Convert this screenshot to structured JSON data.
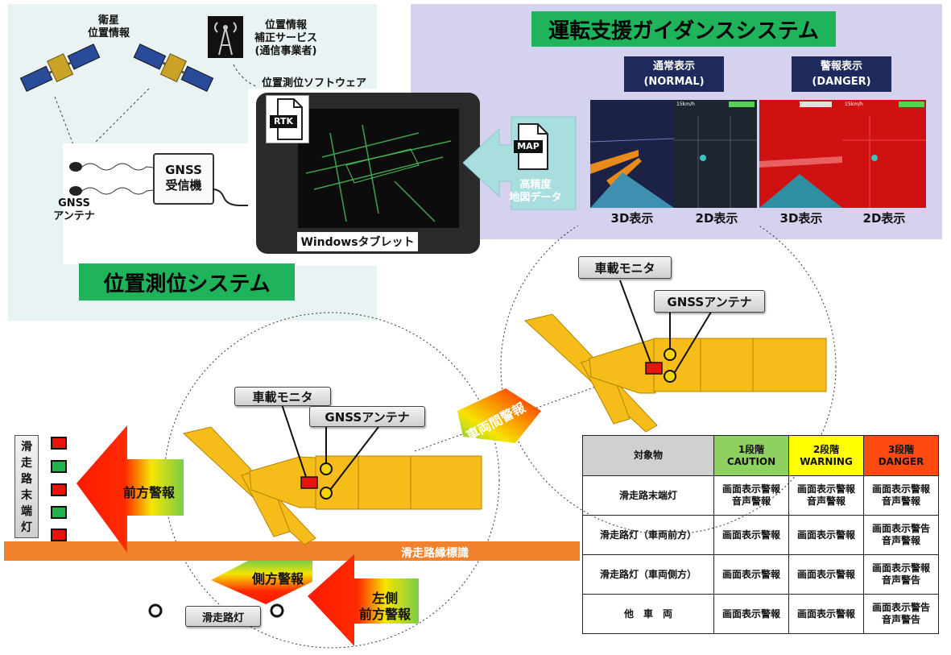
{
  "positioning": {
    "title": "位置測位システム",
    "satellite_label": [
      "衛星",
      "位置情報"
    ],
    "correction_label": [
      "位置情報",
      "補正サービス",
      "(通信事業者)"
    ],
    "software_label": "位置測位ソフトウェア",
    "rtk_label": "RTK",
    "antenna_label": [
      "GNSS",
      "アンテナ"
    ],
    "receiver_label": [
      "GNSS",
      "受信機"
    ],
    "tablet_label": "Windowsタブレット"
  },
  "guidance": {
    "title": "運転支援ガイダンスシステム",
    "map_label": "MAP",
    "map_data_label": [
      "高精度",
      "地図データ"
    ],
    "normal_label": [
      "通常表示",
      "(NORMAL)"
    ],
    "danger_label": [
      "警報表示",
      "(DANGER)"
    ],
    "view_3d": "3D表示",
    "view_2d": "2D表示",
    "screen_text": "15km/h"
  },
  "vehicles": {
    "monitor_label": "車載モニタ",
    "antenna_label": "GNSSアンテナ",
    "inter_vehicle_warning": "車両間警報"
  },
  "runway": {
    "end_lights_label": [
      "滑",
      "走",
      "路",
      "末",
      "端",
      "灯"
    ],
    "edge_marking_label": "滑走路縁標識",
    "edge_light_label": "滑走路灯",
    "front_warning": "前方警報",
    "side_warning": "側方警報",
    "left_front_warning": [
      "左側",
      "前方警報"
    ]
  },
  "table": {
    "headers": [
      "対象物",
      "1段階\nCAUTION",
      "2段階\nWARNING",
      "3段階\nDANGER"
    ],
    "header_colors": [
      "#d0d0d0",
      "#8fd160",
      "#ffff00",
      "#ff4a12"
    ],
    "rows": [
      [
        "滑走路末端灯",
        "画面表示警報\n音声警報",
        "画面表示警報\n音声警報",
        "画面表示警報\n音声警報"
      ],
      [
        "滑走路灯（車両前方）",
        "画面表示警報",
        "画面表示警報",
        "画面表示警告\n音声警報"
      ],
      [
        "滑走路灯（車両側方）",
        "画面表示警報",
        "画面表示警報",
        "画面表示警報\n音声警告"
      ],
      [
        "他　車　両",
        "画面表示警報",
        "画面表示警報",
        "画面表示警告\n音声警告"
      ]
    ]
  },
  "colors": {
    "green_title": "#1fb35b",
    "navy": "#1f2a5c",
    "vehicle": "#f6bd1a",
    "runway_strip": "#f0822e",
    "danger_red": "#e8140a"
  }
}
